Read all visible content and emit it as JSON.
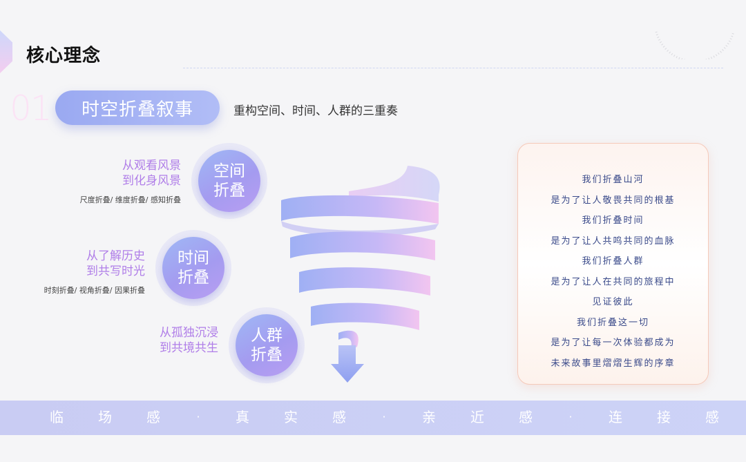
{
  "page": {
    "title": "核心理念"
  },
  "section": {
    "number": "01",
    "title": "时空折叠叙事",
    "subtitle": "重构空间、时间、人群的三重奏"
  },
  "folds": [
    {
      "circle_line1": "空间",
      "circle_line2": "折叠",
      "text_line1": "从观看风景",
      "text_line2": "到化身风景",
      "tags": "尺度折叠/ 维度折叠/ 感知折叠"
    },
    {
      "circle_line1": "时间",
      "circle_line2": "折叠",
      "text_line1": "从了解历史",
      "text_line2": "到共写时光",
      "tags": "时刻折叠/ 视角折叠/ 因果折叠"
    },
    {
      "circle_line1": "人群",
      "circle_line2": "折叠",
      "text_line1": "从孤独沉浸",
      "text_line2": "到共境共生",
      "tags": ""
    }
  ],
  "poem": [
    "我们折叠山河",
    "是为了让人敬畏共同的根基",
    "我们折叠时间",
    "是为了让人共鸣共同的血脉",
    "我们折叠人群",
    "是为了让人在共同的旅程中",
    "见证彼此",
    "我们折叠这一切",
    "是为了让每一次体验都成为",
    "未来故事里熠熠生辉的序章"
  ],
  "band": {
    "chars": [
      "临",
      "场",
      "感",
      "真",
      "实",
      "感",
      "亲",
      "近",
      "感",
      "连",
      "接",
      "感"
    ],
    "separator": "·"
  },
  "colors": {
    "accent": "#a49bf0",
    "lilac_text": "#b07ee8",
    "band": "#cdd3f7",
    "poem_text": "#3a4a8a"
  }
}
